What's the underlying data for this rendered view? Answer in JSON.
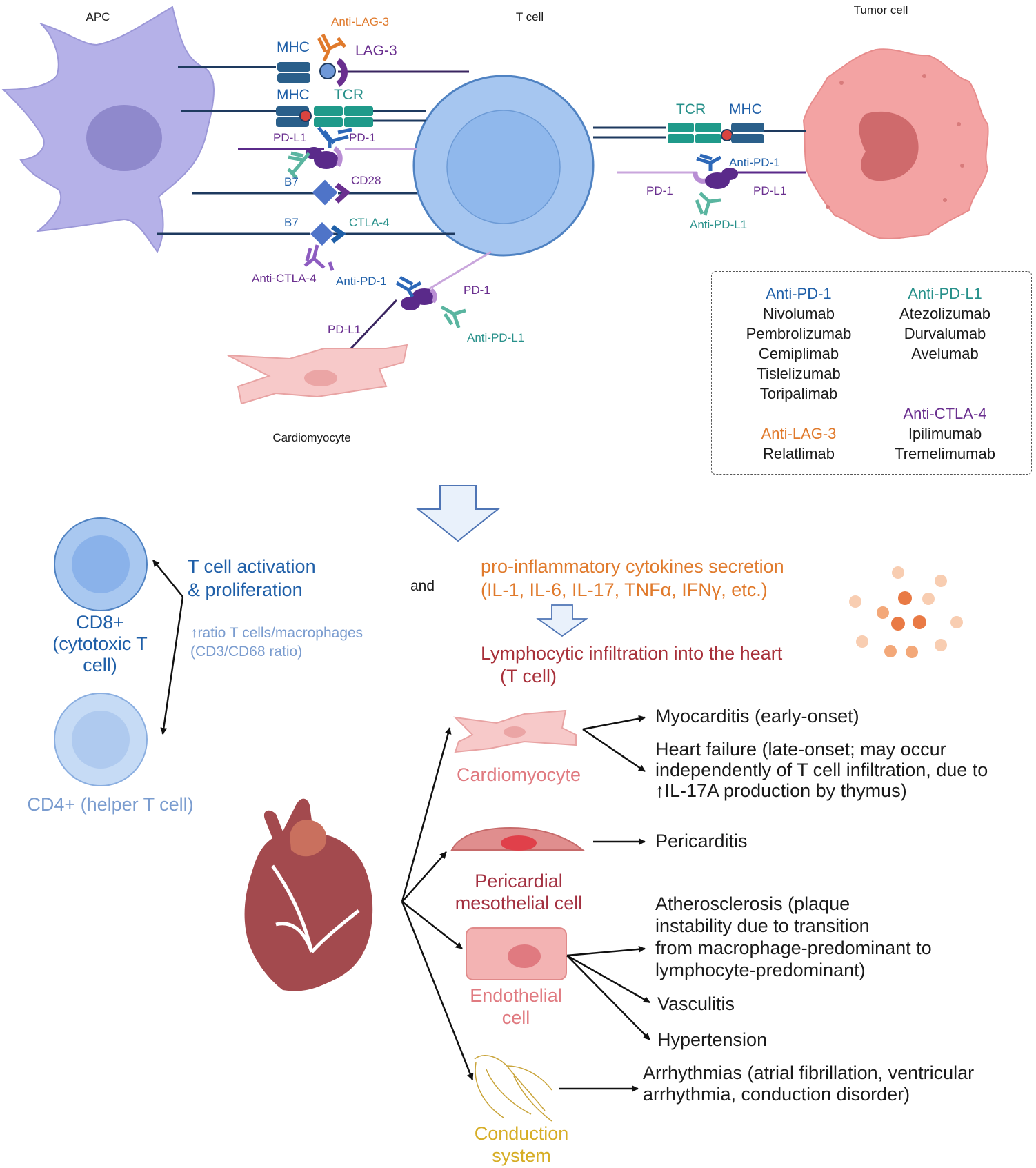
{
  "cells": {
    "apc": "APC",
    "t_cell": "T cell",
    "tumor_cell": "Tumor cell",
    "cardiomyocyte_top": "Cardiomyocyte"
  },
  "molecules": {
    "anti_lag3": "Anti-LAG-3",
    "mhc_1": "MHC",
    "lag3": "LAG-3",
    "mhc_2": "MHC",
    "tcr_1": "TCR",
    "pdl1_apc": "PD-L1",
    "pd1_apc": "PD-1",
    "b7_1": "B7",
    "cd28": "CD28",
    "b7_2": "B7",
    "ctla4": "CTLA-4",
    "anti_ctla4": "Anti-CTLA-4",
    "tcr_2": "TCR",
    "mhc_3": "MHC",
    "anti_pd1_tumor": "Anti-PD-1",
    "pd1_tumor": "PD-1",
    "pdl1_tumor": "PD-L1",
    "anti_pdl1_tumor": "Anti-PD-L1",
    "anti_pd1_cardio": "Anti-PD-1",
    "pd1_cardio": "PD-1",
    "pdl1_cardio": "PD-L1",
    "anti_pdl1_cardio": "Anti-PD-L1"
  },
  "legend": {
    "anti_pd1": {
      "title": "Anti-PD-1",
      "drugs": [
        "Nivolumab",
        "Pembrolizumab",
        "Cemiplimab",
        "Tislelizumab",
        "Toripalimab"
      ]
    },
    "anti_pdl1": {
      "title": "Anti-PD-L1",
      "drugs": [
        "Atezolizumab",
        "Durvalumab",
        "Avelumab"
      ]
    },
    "anti_lag3": {
      "title": "Anti-LAG-3",
      "drugs": [
        "Relatlimab"
      ]
    },
    "anti_ctla4": {
      "title": "Anti-CTLA-4",
      "drugs": [
        "Ipilimumab",
        "Tremelimumab"
      ]
    }
  },
  "activation": {
    "title_1": "T cell activation",
    "title_2": "& proliferation",
    "ratio_1": "↑ratio T cells/macrophages",
    "ratio_2": "(CD3/CD68 ratio)",
    "cd8_1": "CD8+",
    "cd8_2": "(cytotoxic T",
    "cd8_3": "cell)",
    "cd4": "CD4+ (helper T cell)",
    "and": "and"
  },
  "cytokines": {
    "line_1": "pro-inflammatory cytokines secretion",
    "line_2": "(IL-1, IL-6, IL-17, TNFα, IFNγ, etc.)",
    "infiltration_1": "Lymphocytic infiltration into the heart",
    "infiltration_2": "(T cell)"
  },
  "heart_cells": {
    "cardiomyocyte": "Cardiomyocyte",
    "pericardial_1": "Pericardial",
    "pericardial_2": "mesothelial cell",
    "endothelial_1": "Endothelial",
    "endothelial_2": "cell",
    "conduction_1": "Conduction",
    "conduction_2": "system"
  },
  "outcomes": {
    "myocarditis": "Myocarditis (early-onset)",
    "hf_1": "Heart failure (late-onset; may occur",
    "hf_2": "independently of T cell infiltration, due to",
    "hf_3": "↑IL-17A production by thymus)",
    "pericarditis": "Pericarditis",
    "athero_1": "Atherosclerosis (plaque",
    "athero_2": "instability due to transition",
    "athero_3": "from macrophage-predominant to",
    "athero_4": "lymphocyte-predominant)",
    "vasculitis": "Vasculitis",
    "hypertension": "Hypertension",
    "arrhythmia_1": "Arrhythmias (atrial fibrillation, ventricular",
    "arrhythmia_2": "arrhythmia, conduction disorder)"
  },
  "colors": {
    "apc": "#b3b0e6",
    "t_cell": "#a8c8f0",
    "tumor": "#f0a0a0",
    "cardiomyocyte": "#f6c8c8",
    "heart": "#a34a4e",
    "mhc": "#2a5f8a",
    "tcr": "#1f9a8a",
    "pd1": "#6a2f8f",
    "antibody_blue": "#2d68b8",
    "antibody_teal": "#5ab5a0",
    "antibody_purple": "#8d5cc0",
    "antibody_orange": "#e07a2c"
  }
}
